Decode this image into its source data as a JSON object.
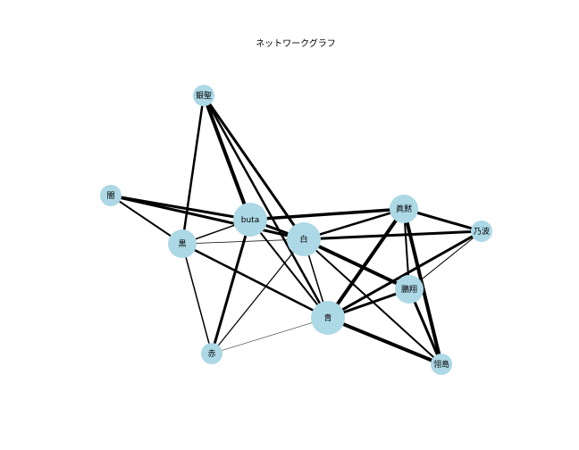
{
  "title": "ネットワークグラフ",
  "colors": {
    "node": "#add8e6",
    "edge": "#000000",
    "background": "#ffffff"
  },
  "nodes": [
    {
      "id": "銀聖",
      "label": "銀聖",
      "size": "small"
    },
    {
      "id": "闇",
      "label": "闇",
      "size": "small"
    },
    {
      "id": "buta",
      "label": "buta",
      "size": "large"
    },
    {
      "id": "黒",
      "label": "黒",
      "size": "medium"
    },
    {
      "id": "白",
      "label": "白",
      "size": "large"
    },
    {
      "id": "眞黙",
      "label": "眞黙",
      "size": "medium"
    },
    {
      "id": "乃波",
      "label": "乃波",
      "size": "small"
    },
    {
      "id": "鵬翔",
      "label": "鵬翔",
      "size": "medium"
    },
    {
      "id": "青",
      "label": "青",
      "size": "large"
    },
    {
      "id": "赤",
      "label": "赤",
      "size": "small"
    },
    {
      "id": "翎島",
      "label": "翎島",
      "size": "small"
    }
  ],
  "edges": [
    {
      "source": "銀聖",
      "target": "buta",
      "weight": 4
    },
    {
      "source": "銀聖",
      "target": "白",
      "weight": 3
    },
    {
      "source": "銀聖",
      "target": "黒",
      "weight": 2.5
    },
    {
      "source": "銀聖",
      "target": "青",
      "weight": 2.5
    },
    {
      "source": "闇",
      "target": "buta",
      "weight": 3
    },
    {
      "source": "闇",
      "target": "白",
      "weight": 3
    },
    {
      "source": "闇",
      "target": "黒",
      "weight": 2
    },
    {
      "source": "buta",
      "target": "黒",
      "weight": 1.5
    },
    {
      "source": "buta",
      "target": "白",
      "weight": 3
    },
    {
      "source": "buta",
      "target": "眞黙",
      "weight": 3.5
    },
    {
      "source": "buta",
      "target": "青",
      "weight": 2
    },
    {
      "source": "buta",
      "target": "赤",
      "weight": 3
    },
    {
      "source": "黒",
      "target": "白",
      "weight": 0.8
    },
    {
      "source": "黒",
      "target": "青",
      "weight": 2.5
    },
    {
      "source": "黒",
      "target": "赤",
      "weight": 1.5
    },
    {
      "source": "白",
      "target": "眞黙",
      "weight": 2.5
    },
    {
      "source": "白",
      "target": "乃波",
      "weight": 3
    },
    {
      "source": "白",
      "target": "鵬翔",
      "weight": 4
    },
    {
      "source": "白",
      "target": "青",
      "weight": 1.5
    },
    {
      "source": "白",
      "target": "翎島",
      "weight": 2
    },
    {
      "source": "白",
      "target": "赤",
      "weight": 1.2
    },
    {
      "source": "眞黙",
      "target": "乃波",
      "weight": 3
    },
    {
      "source": "眞黙",
      "target": "鵬翔",
      "weight": 2
    },
    {
      "source": "眞黙",
      "target": "青",
      "weight": 4
    },
    {
      "source": "眞黙",
      "target": "翎島",
      "weight": 4
    },
    {
      "source": "乃波",
      "target": "青",
      "weight": 3
    },
    {
      "source": "乃波",
      "target": "鵬翔",
      "weight": 1
    },
    {
      "source": "鵬翔",
      "target": "青",
      "weight": 3
    },
    {
      "source": "鵬翔",
      "target": "翎島",
      "weight": 3
    },
    {
      "source": "青",
      "target": "翎島",
      "weight": 4
    },
    {
      "source": "青",
      "target": "赤",
      "weight": 0.5
    }
  ]
}
